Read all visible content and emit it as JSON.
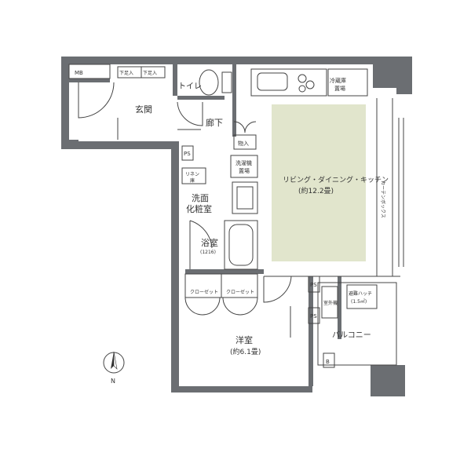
{
  "labels": {
    "mb": "MB",
    "shoe_left": "下足入",
    "shoe_right": "下足入",
    "genkan": "玄関",
    "toilet": "トイレ",
    "rouka": "廊下",
    "mono": "物入",
    "ps_upper": "PS",
    "sentakuki": "洗濯機",
    "okiba1": "置場",
    "linen": "リネン",
    "linen2": "庫",
    "senmen": "洗面",
    "keshoushitsu": "化粧室",
    "yokushitsu": "浴室",
    "yokushitsu_size": "(1216)",
    "reizouko": "冷蔵庫",
    "okiba2": "置場",
    "ldk": "リビング・ダイニング・キッチン",
    "ldk_size": "(約12.2畳)",
    "curtain_box": "カーテンボックス",
    "closet_left": "クローゼット",
    "closet_right": "クローゼット",
    "ps_lower1": "PS",
    "ps_lower2": "PS",
    "shitsugaiki": "室外機",
    "hinan_hatch": "避難ハッチ",
    "hinan_hatch_size": "(1.5㎡)",
    "balcony": "バルコニー",
    "youshitsu": "洋室",
    "youshitsu_size": "(約6.1畳)",
    "compass_n": "N",
    "b_mark": "B"
  },
  "colors": {
    "wall": "#6b6e72",
    "ldk_fill": "#e1e5cc",
    "line": "#444444"
  }
}
